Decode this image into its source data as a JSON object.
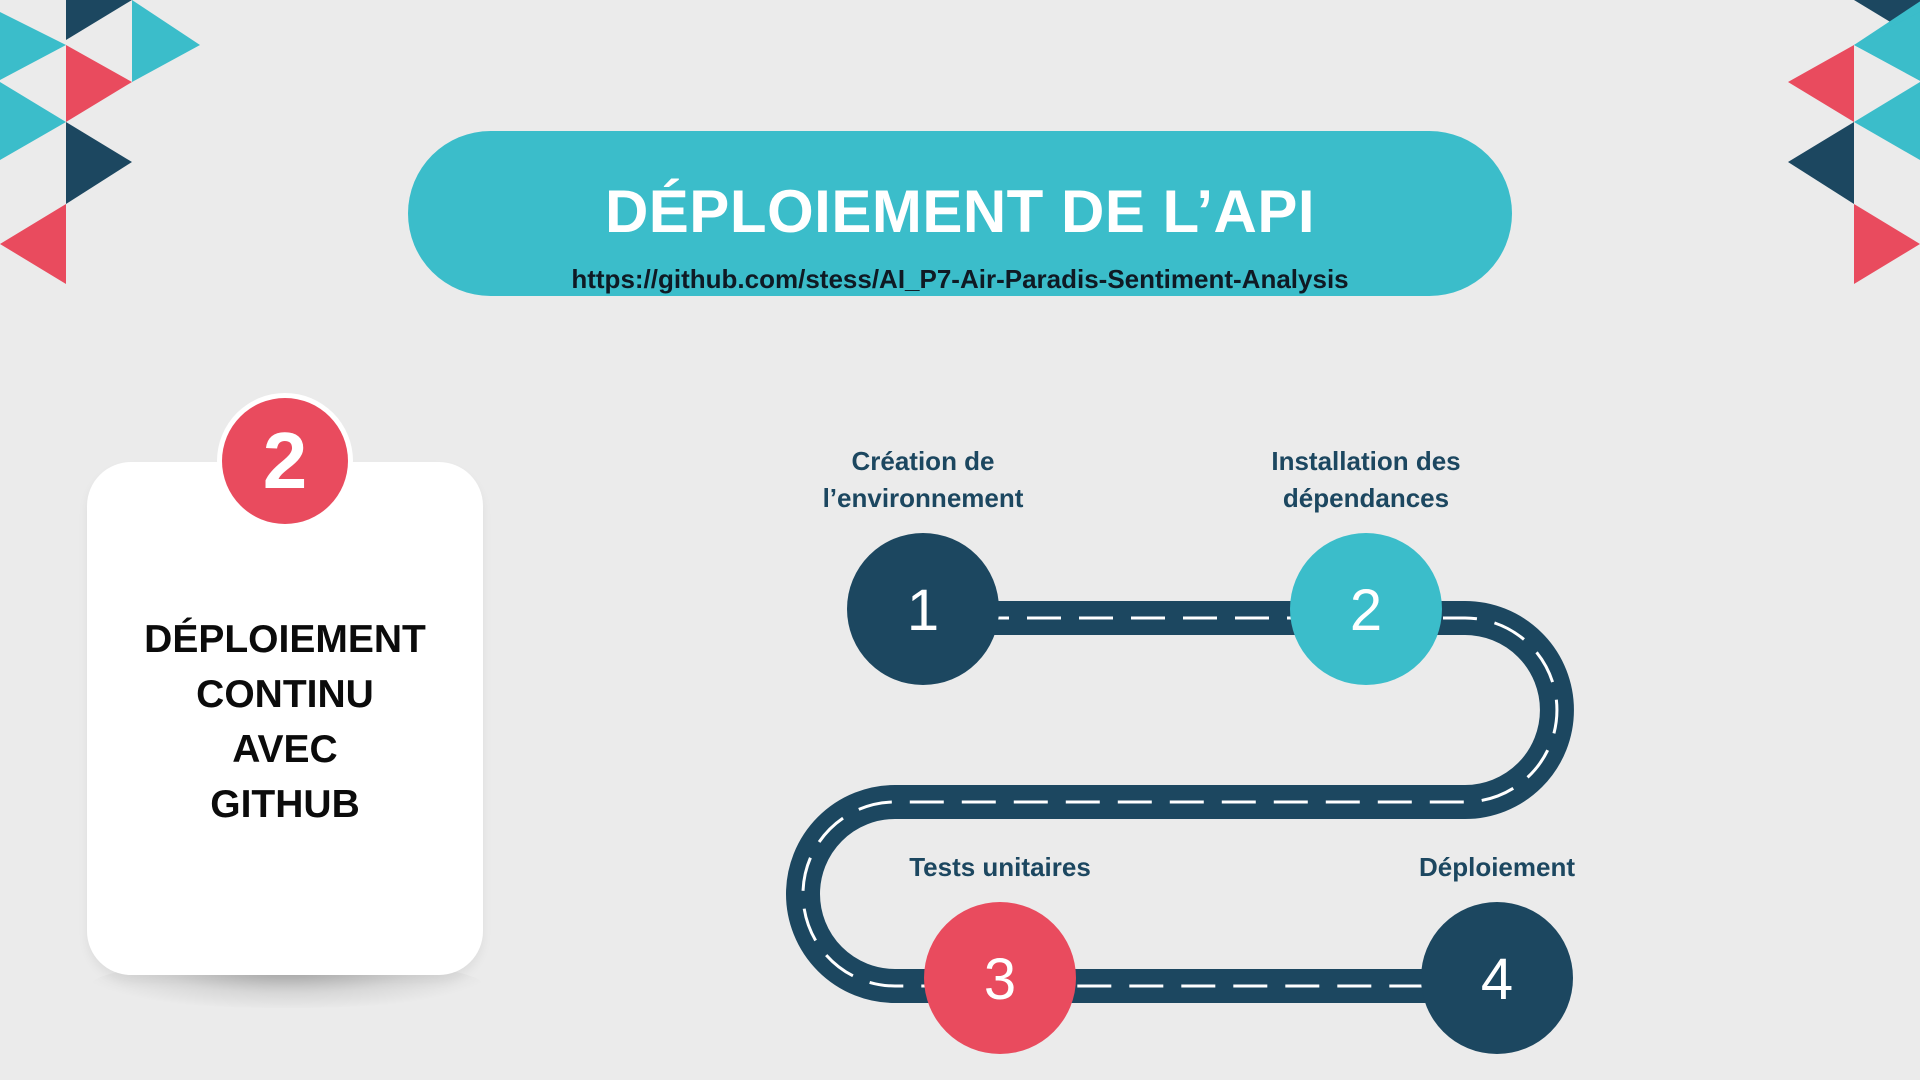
{
  "header": {
    "title": "DÉPLOIEMENT DE L’API",
    "link": "https://github.com/stess/AI_P7-Air-Paradis-Sentiment-Analysis"
  },
  "card": {
    "number": "2",
    "lines": [
      "DÉPLOIEMENT",
      "CONTINU",
      "AVEC",
      "GITHUB"
    ]
  },
  "steps": [
    {
      "number": "1",
      "label_lines": [
        "Création de",
        "l’environnement"
      ],
      "color": "#1c4760"
    },
    {
      "number": "2",
      "label_lines": [
        "Installation des",
        "dépendances"
      ],
      "color": "#3bbdca"
    },
    {
      "number": "3",
      "label_lines": [
        "Tests unitaires"
      ],
      "color": "#e94b5e"
    },
    {
      "number": "4",
      "label_lines": [
        "Déploiement"
      ],
      "color": "#1c4760"
    }
  ],
  "colors": {
    "teal": "#3bbdca",
    "navy": "#1c4760",
    "coral": "#e94b5e",
    "background": "#ebebeb",
    "road": "#1c4760"
  }
}
